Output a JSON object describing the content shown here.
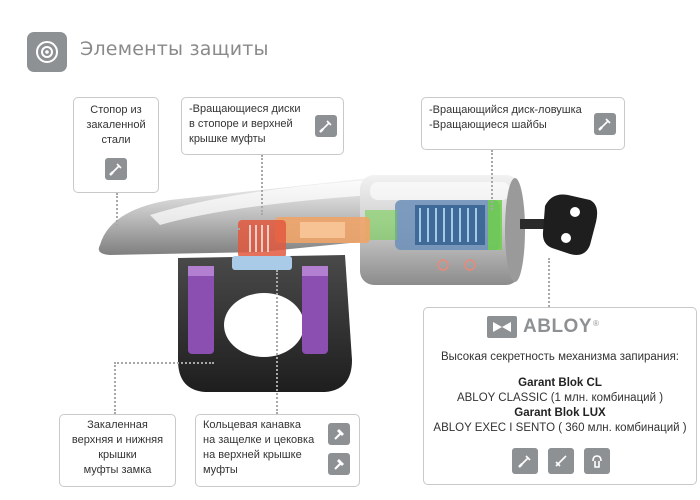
{
  "header": {
    "title": "Элементы защиты",
    "icon": "target-shield-icon"
  },
  "boxes": {
    "stopper": {
      "text": "Стопор из\nзакаленной\nстали"
    },
    "rotating_discs": {
      "text": "-Вращающиеся диски\nв стопоре и  верхней\nкрышке муфты"
    },
    "trap_disc": {
      "line1": "-Вращающийся диск-ловушка",
      "line2": "-Вращающиеся шайбы"
    },
    "hardened_covers": {
      "text": "Закаленная\nверхняя и нижняя\nкрышки\nмуфты замка"
    },
    "ring_groove": {
      "text": "Кольцевая канавка\nна защелке и цековка\nна верхней крышке\nмуфты"
    },
    "abloy": {
      "brand": "ABLOY",
      "reg": "®",
      "desc": "Высокая секретность механизма запирания:",
      "model1": "Garant Blok CL",
      "model1_desc": "ABLOY CLASSIC (1 млн. комбинаций )",
      "model2": "Garant Blok LUX",
      "model2_desc": "ABLOY EXEC I SENTO ( 360 млн. комбинаций )"
    }
  },
  "icons": [
    "drill-icon",
    "hammer-icon",
    "key-pick-icon",
    "lock-icon"
  ]
}
